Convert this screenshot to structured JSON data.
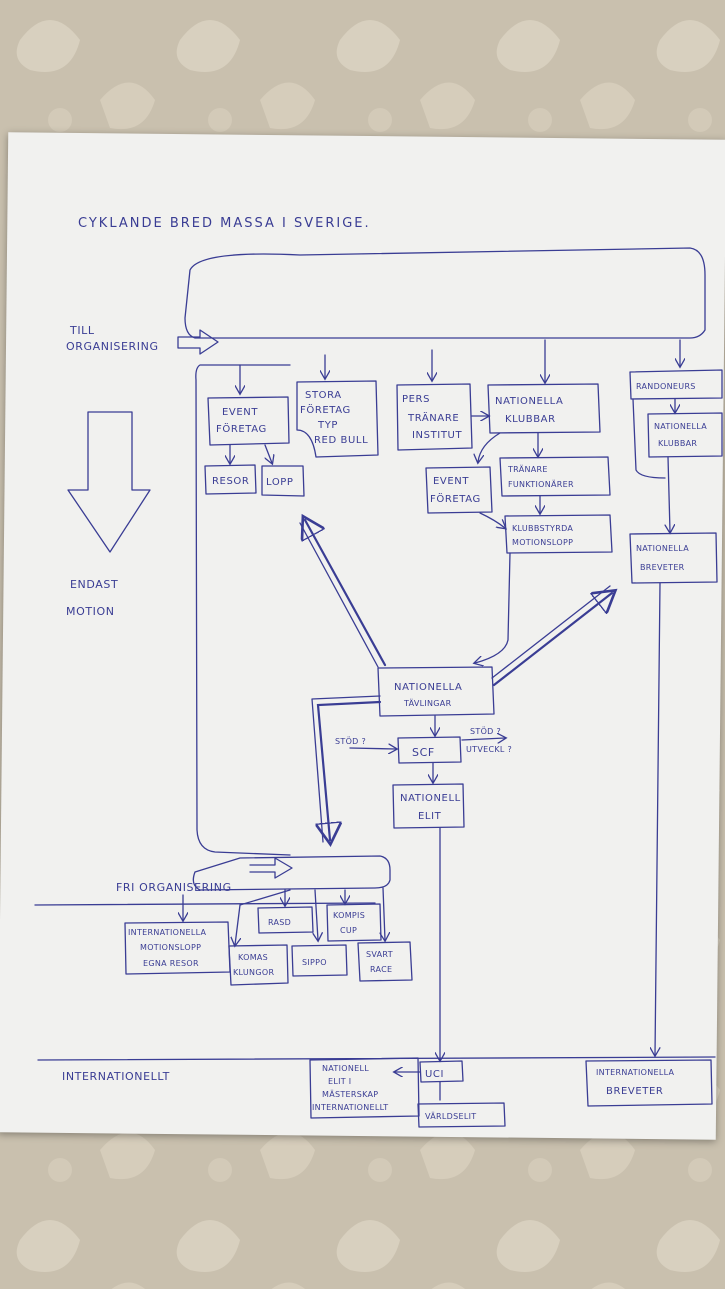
{
  "diagram": {
    "title": "CYKLANDE BRED MASSA I SVERIGE.",
    "labels": {
      "till_organisering_1": "TILL",
      "till_organisering_2": "ORGANISERING",
      "endast_1": "ENDAST",
      "endast_2": "MOTION",
      "fri_organisering": "FRI ORGANISERING",
      "internationellt": "INTERNATIONELLT",
      "stod_left": "STÖD ?",
      "stod_right": "STÖD ?",
      "utveckling": "UTVECKL ?"
    },
    "boxes": {
      "event_foretag_1": "EVENT",
      "event_foretag_2": "FÖRETAG",
      "resor": "RESOR",
      "lopp": "LOPP",
      "stora_1": "STORA",
      "stora_2": "FÖRETAG",
      "stora_3": "TYP",
      "stora_4": "RED BULL",
      "pers_1": "PERS",
      "pers_2": "TRÄNARE",
      "pers_3": "INSTITUT",
      "nat_klubbar_1": "NATIONELLA",
      "nat_klubbar_2": "KLUBBAR",
      "event2_1": "EVENT",
      "event2_2": "FÖRETAG",
      "tranare_1": "TRÄNARE",
      "tranare_2": "FUNKTIONÄRER",
      "klubbstyrda_1": "KLUBBSTYRDA",
      "klubbstyrda_2": "MOTIONSLOPP",
      "randonneurs": "RANDONEURS",
      "nat_klubbar2_1": "NATIONELLA",
      "nat_klubbar2_2": "KLUBBAR",
      "nat_breveter_1": "NATIONELLA",
      "nat_breveter_2": "BREVETER",
      "nat_tavlingar_1": "NATIONELLA",
      "nat_tavlingar_2": "TÄVLINGAR",
      "scf": "SCF",
      "nat_elit_1": "NATIONELL",
      "nat_elit_2": "ELIT",
      "int_motion_1": "INTERNATIONELLA",
      "int_motion_2": "MOTIONSLOPP",
      "int_motion_3": "EGNA RESOR",
      "rasd": "RASD",
      "kompis_1": "KOMPIS",
      "kompis_2": "CUP",
      "komas_1": "KOMAS",
      "komas_2": "KLUNGOR",
      "sippo": "SIPPO",
      "svart_1": "SVART",
      "svart_2": "RACE",
      "nat_elit_int_1": "NATIONELL",
      "nat_elit_int_2": "ELIT I",
      "nat_elit_int_3": "MÄSTERSKAP",
      "nat_elit_int_4": "INTERNATIONELLT",
      "uci": "UCI",
      "varldselit": "VÄRLDSELIT",
      "int_breveter_1": "INTERNATIONELLA",
      "int_breveter_2": "BREVETER"
    }
  }
}
